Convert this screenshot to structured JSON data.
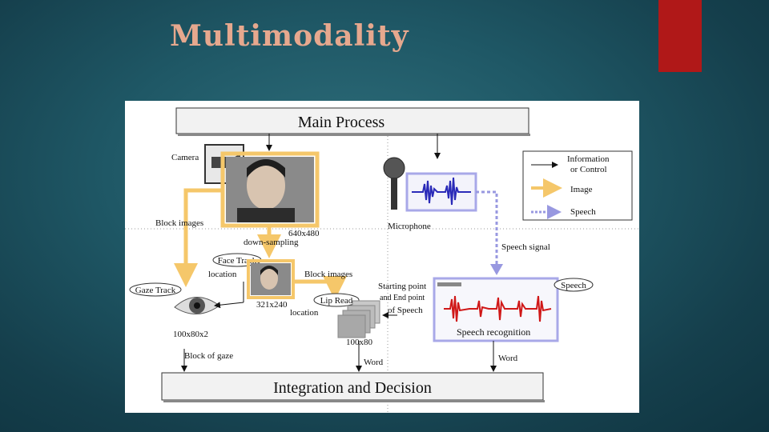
{
  "slide": {
    "title": "Multimodality",
    "accent_color": "#b01818",
    "title_color": "#e6a88e"
  },
  "diagram": {
    "main_process": "Main Process",
    "integration": "Integration and Decision",
    "camera": "Camera",
    "microphone": "Microphone",
    "legend": {
      "information": "Information",
      "or_control": "or Control",
      "image": "Image",
      "speech": "Speech"
    },
    "block_images_left": "Block images",
    "res_640": "640x480",
    "down_sampling": "down-sampling",
    "face_track": "Face Track",
    "location_1": "location",
    "block_images_mid": "Block images",
    "gaze_track": "Gaze Track",
    "res_321": "321x240",
    "location_2": "location",
    "lip_read": "Lip Read",
    "starting_point": "Starting point",
    "end_point": "and End point",
    "of_speech": "of Speech",
    "speech_signal": "Speech signal",
    "speech_tag": "Speech",
    "speech_recognition": "Speech recognition",
    "res_100x80x2": "100x80x2",
    "block_of_gaze": "Block of gaze",
    "res_100x80": "100x80",
    "word_1": "Word",
    "word_2": "Word",
    "colors": {
      "image_arrow": "#f5c76a",
      "speech_arrow": "#9898e0",
      "waveform_blue": "#2a2ab8",
      "waveform_red": "#d01818"
    }
  }
}
